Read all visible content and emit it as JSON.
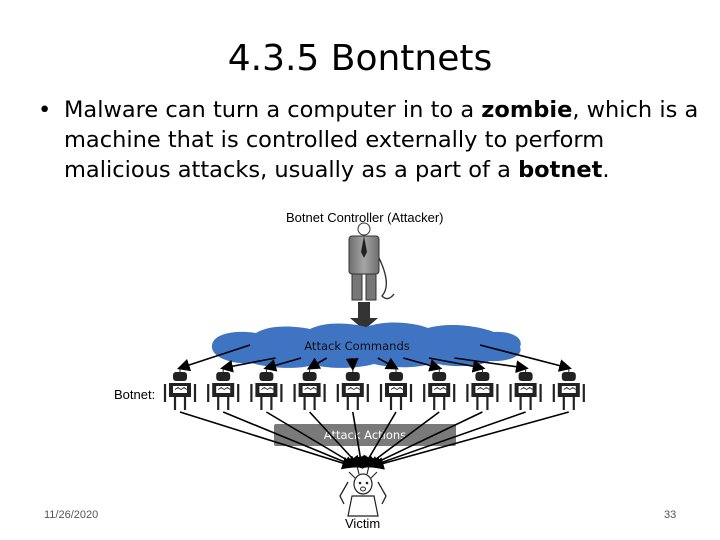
{
  "slide": {
    "title": "4.3.5 Bontnets",
    "bullet_marker": "•",
    "bullet": {
      "part1": "Malware can turn a computer in to a ",
      "bold1": "zombie",
      "part2": ", which is a machine that is controlled externally to perform malicious attacks, usually as a part of a ",
      "bold2": "botnet",
      "part3": "."
    },
    "footer_date": "11/26/2020",
    "page_number": "33"
  },
  "diagram": {
    "controller_label": "Botnet Controller (Attacker)",
    "commands_label": "Attack Commands",
    "botnet_label": "Botnet:",
    "actions_label": "Attack Actions",
    "victim_label": "Victim",
    "bot_count": 10,
    "colors": {
      "cloud": "#3f74c2",
      "cloud_text": "#111111",
      "actions_box": "#7a7a7a",
      "actions_text": "#ffffff",
      "bot": "#222222",
      "attacker_suit": "#8a8a8a"
    }
  }
}
